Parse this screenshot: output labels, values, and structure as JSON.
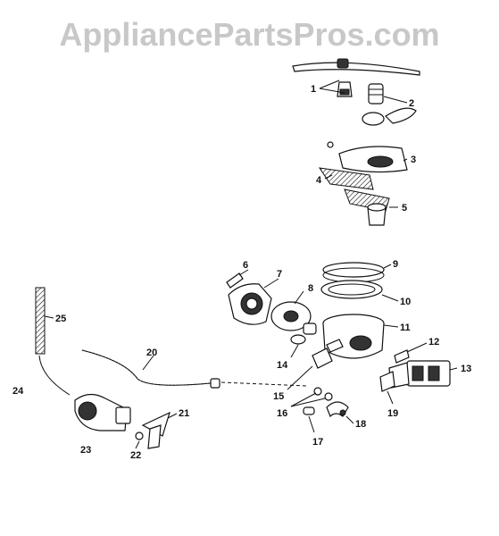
{
  "watermark": "AppliancePartsPros.com",
  "callouts": [
    {
      "id": "1",
      "label": "1"
    },
    {
      "id": "2",
      "label": "2"
    },
    {
      "id": "3",
      "label": "3"
    },
    {
      "id": "4",
      "label": "4"
    },
    {
      "id": "5",
      "label": "5"
    },
    {
      "id": "6",
      "label": "6"
    },
    {
      "id": "7",
      "label": "7"
    },
    {
      "id": "8",
      "label": "8"
    },
    {
      "id": "9",
      "label": "9"
    },
    {
      "id": "10",
      "label": "10"
    },
    {
      "id": "11",
      "label": "11"
    },
    {
      "id": "12",
      "label": "12"
    },
    {
      "id": "13",
      "label": "13"
    },
    {
      "id": "14",
      "label": "14"
    },
    {
      "id": "15",
      "label": "15"
    },
    {
      "id": "16",
      "label": "16"
    },
    {
      "id": "17",
      "label": "17"
    },
    {
      "id": "18",
      "label": "18"
    },
    {
      "id": "19",
      "label": "19"
    },
    {
      "id": "20",
      "label": "20"
    },
    {
      "id": "21",
      "label": "21"
    },
    {
      "id": "22",
      "label": "22"
    },
    {
      "id": "23",
      "label": "23"
    },
    {
      "id": "24",
      "label": "24"
    },
    {
      "id": "25",
      "label": "25"
    }
  ]
}
